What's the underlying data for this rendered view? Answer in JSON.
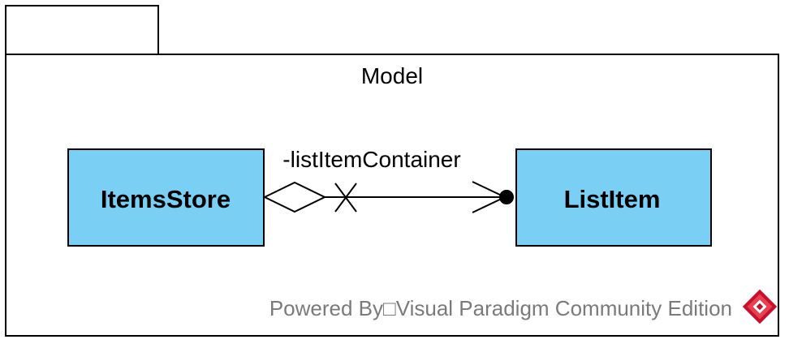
{
  "package": {
    "name": "Model"
  },
  "classes": {
    "items_store": {
      "name": "ItemsStore"
    },
    "list_item": {
      "name": "ListItem"
    }
  },
  "association": {
    "role_label": "-listItemContainer",
    "source_end": "shared-aggregation",
    "source_navigability": "non-navigable",
    "target_end": "navigable-owned"
  },
  "watermark": {
    "text": "Powered By□Visual Paradigm Community Edition"
  },
  "colors": {
    "class_fill": "#7acff5",
    "line": "#000000",
    "watermark_text": "#7a7a7a",
    "logo_red": "#c8102e"
  }
}
